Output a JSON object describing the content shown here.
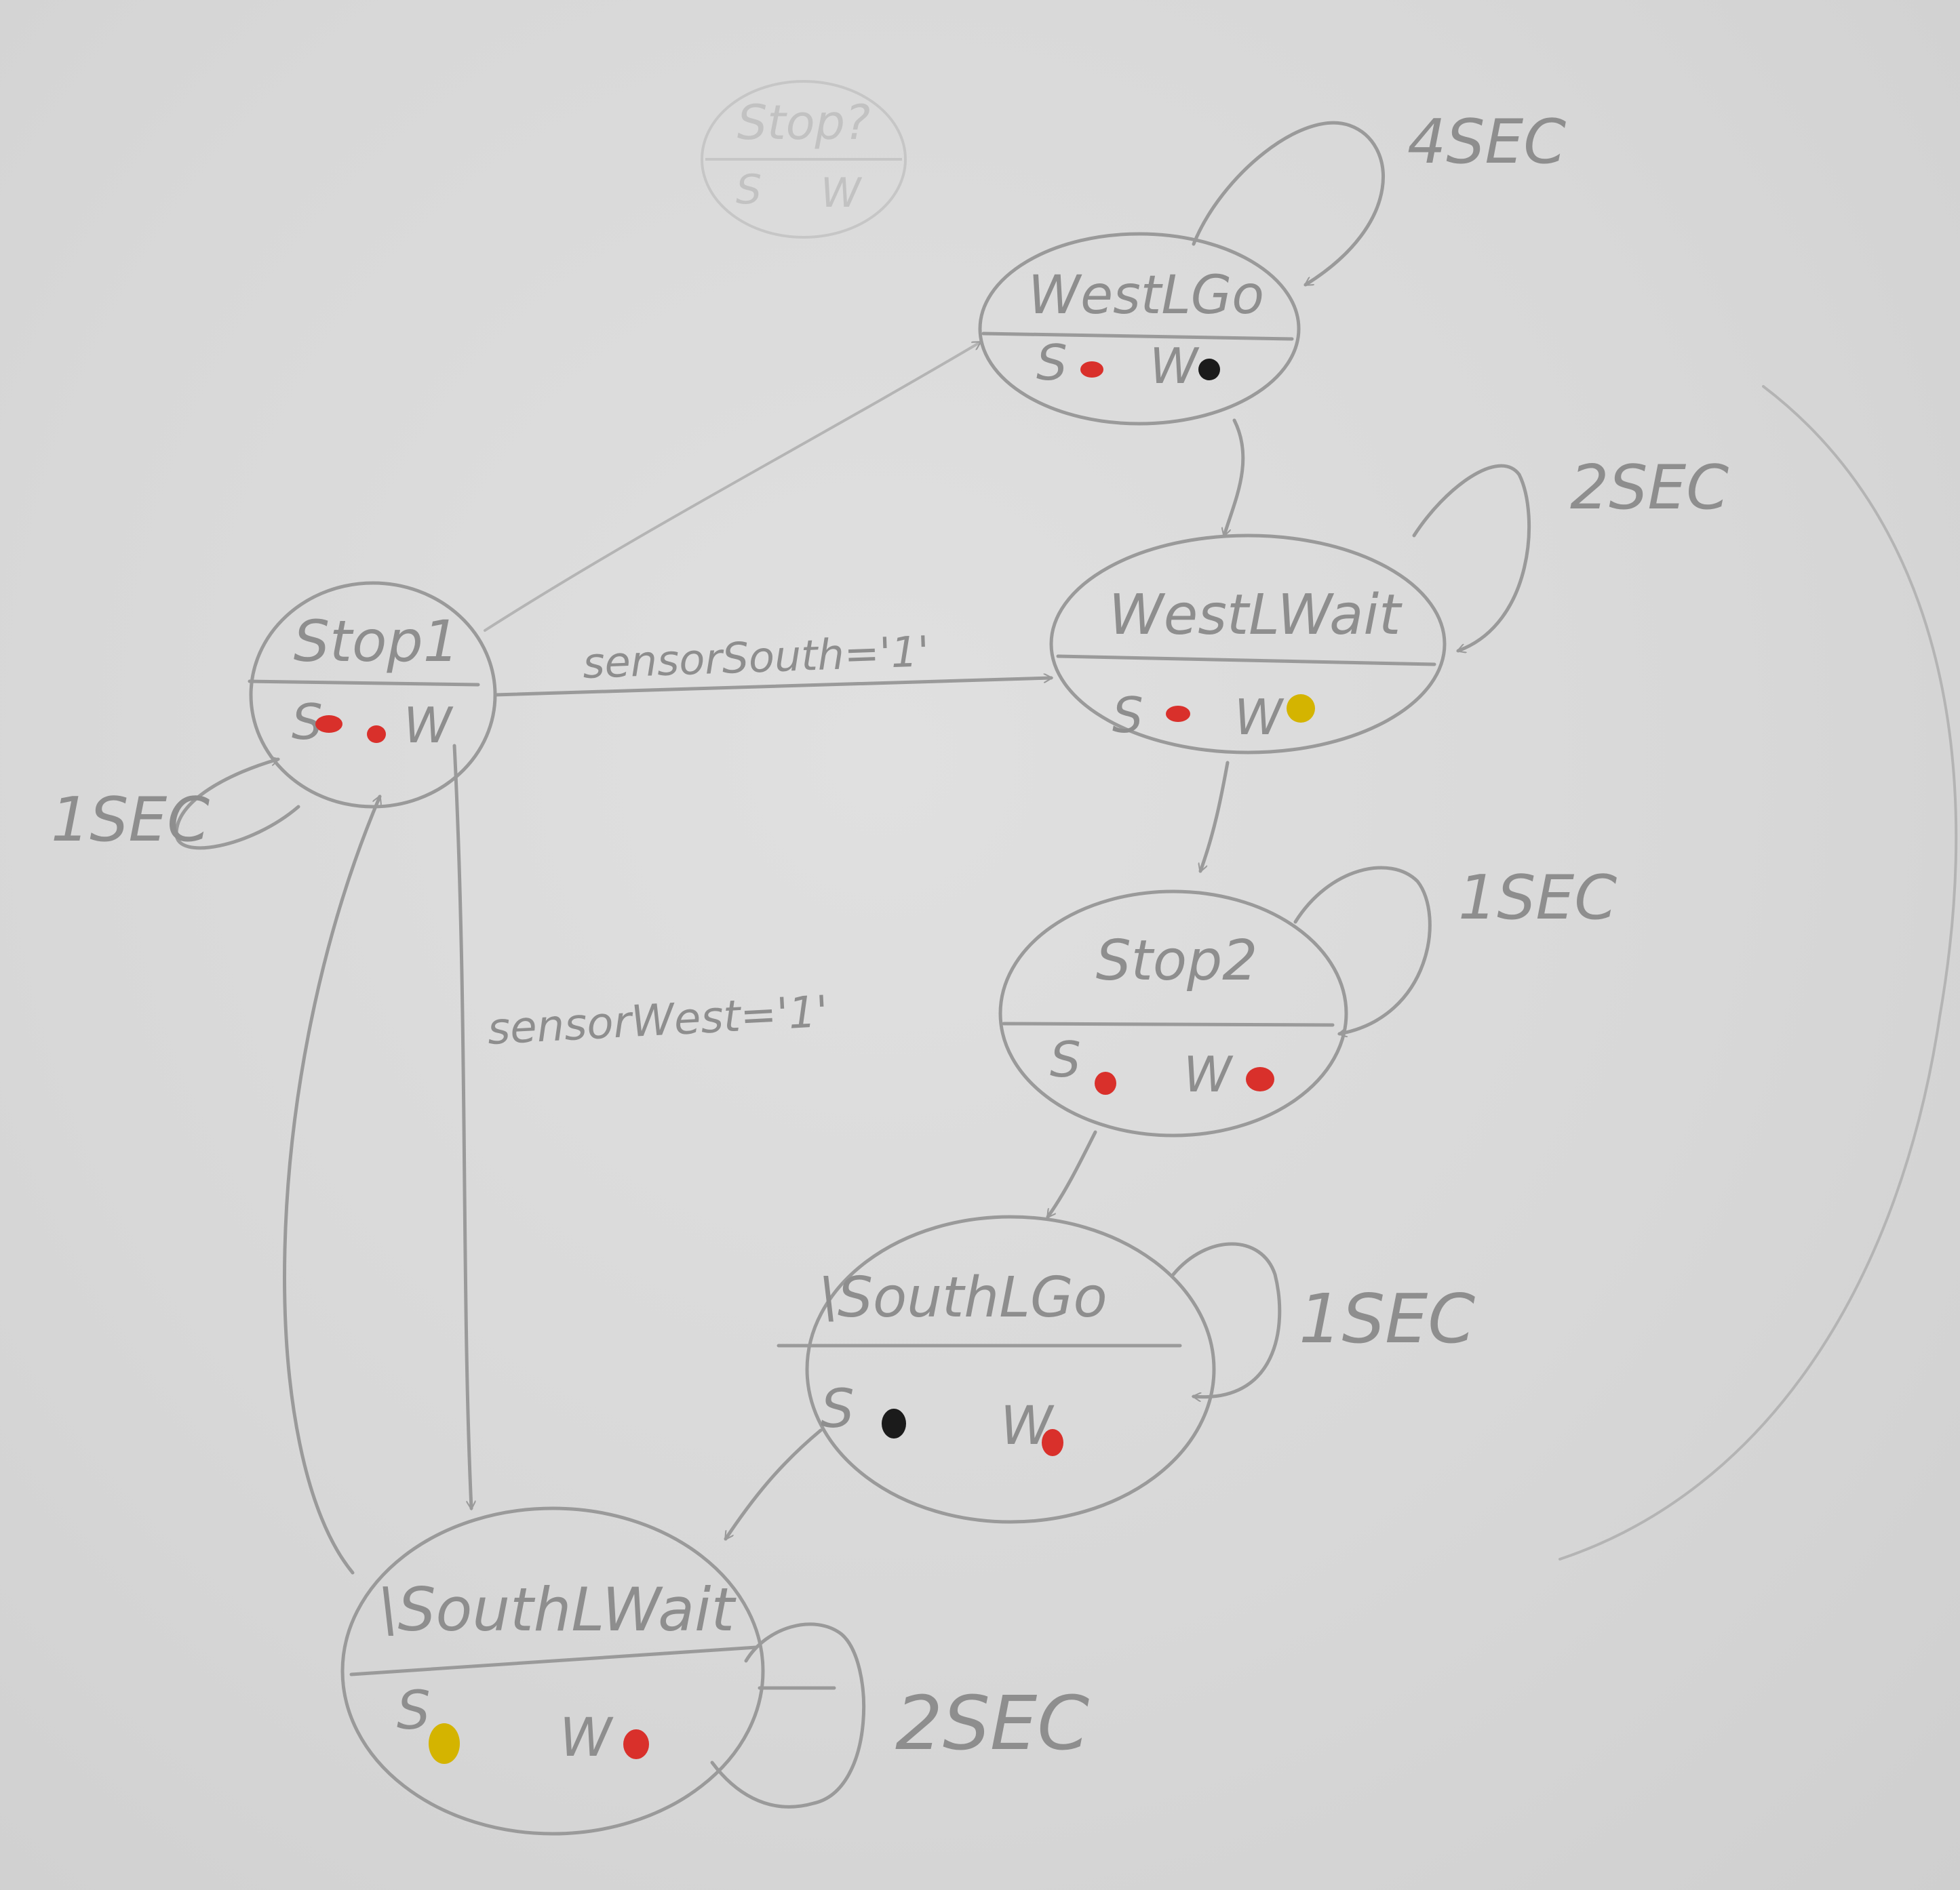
{
  "diagram": {
    "colors": {
      "pencil": "#9a9a9a",
      "red": "#d9302b",
      "yellow": "#d4b400",
      "black": "#1b1b1b"
    },
    "states": {
      "west_go": {
        "name": "WestLGo",
        "s_label": "S",
        "w_label": "W",
        "s_light": "red",
        "w_light": "black"
      },
      "west_wait": {
        "name": "WestLWait",
        "s_label": "S",
        "w_label": "W",
        "s_light": "red",
        "w_light": "yellow"
      },
      "stop1": {
        "name": "Stop1",
        "s_label": "S",
        "w_label": "W",
        "s_light": "red",
        "w_light": "red"
      },
      "stop2": {
        "name": "Stop2",
        "s_label": "S",
        "w_label": "W",
        "s_light": "red",
        "w_light": "red"
      },
      "south_go": {
        "name": "\\SouthLGo",
        "s_label": "S",
        "w_label": "W",
        "s_light": "black",
        "w_light": "red"
      },
      "south_wait": {
        "name": "\\SouthLWait",
        "s_label": "S",
        "w_label": "W",
        "s_light": "yellow",
        "w_light": "red"
      },
      "faint_top": {
        "name": "Stop?",
        "s_label": "S",
        "w_label": "W"
      }
    },
    "self_loops": {
      "west_go": "4SEC",
      "west_wait": "2SEC",
      "stop1": "1SEC",
      "stop2": "1SEC",
      "south_go": "1SEC",
      "south_wait": "2SEC"
    },
    "transitions": {
      "stop1_to_west_wait": "sensorSouth='1'",
      "stop1_to_south_wait": "sensorWest='1'"
    }
  }
}
